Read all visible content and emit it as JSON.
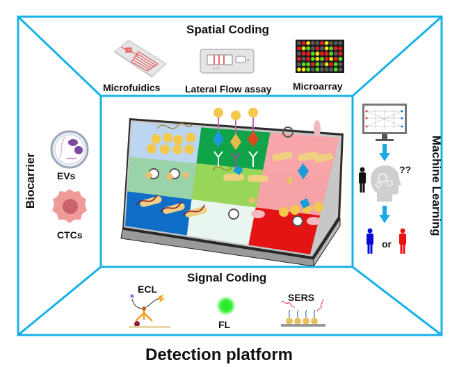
{
  "figure": {
    "title": "Detection platform",
    "frame_color": "#16b1e8",
    "sections": {
      "spatial_coding": {
        "title": "Spatial Coding",
        "items": [
          {
            "label": "Microfuidics",
            "icon": "microfluidic-chip-icon"
          },
          {
            "label": "Lateral Flow assay",
            "icon": "lateral-flow-strip-icon"
          },
          {
            "label": "Microarray",
            "icon": "microarray-icon"
          }
        ]
      },
      "biocarrier": {
        "title": "Biocarrier",
        "items": [
          {
            "label": "EVs",
            "icon": "extracellular-vesicle-icon"
          },
          {
            "label": "CTCs",
            "icon": "circulating-tumor-cell-icon"
          }
        ]
      },
      "machine_learning": {
        "title": "Machine Learning",
        "question": "??",
        "or_label": "or",
        "colors": {
          "arrow": "#1aa9e6",
          "person_a": "#0a0ad6",
          "person_b": "#e81010",
          "person_unknown": "#111111"
        }
      },
      "signal_coding": {
        "title": "Signal Coding",
        "items": [
          {
            "label": "ECL",
            "icon": "ecl-antibody-icon"
          },
          {
            "label": "FL",
            "icon": "fluorescence-glow-icon"
          },
          {
            "label": "SERS",
            "icon": "sers-substrate-icon"
          }
        ]
      }
    },
    "chip": {
      "tile_colors": [
        [
          "#bcd6f2",
          "#0fa44a",
          "#f7a5a8"
        ],
        [
          "#9bd3a9",
          "#98d65a",
          "#f5a3a6"
        ],
        [
          "#0f6ec8",
          "#e9f6ef",
          "#e41414"
        ]
      ]
    }
  }
}
